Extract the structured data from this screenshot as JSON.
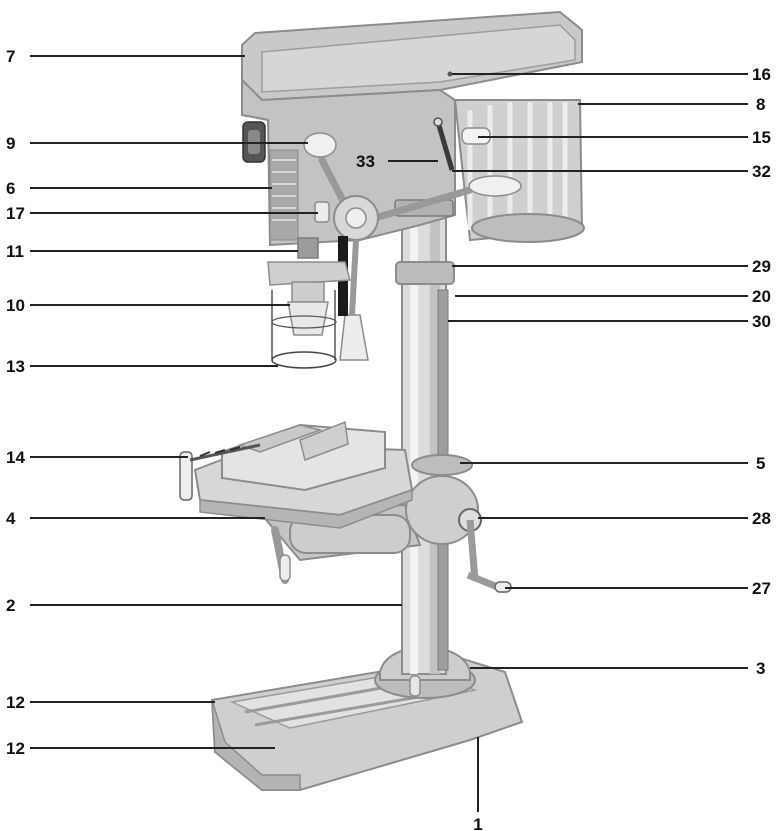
{
  "colors": {
    "body": "#cfcfcf",
    "body_dark": "#a9a9a9",
    "body_light": "#e4e4e4",
    "metal": "#dcdcdc",
    "outline": "#8c8c8c",
    "leader": "#222222",
    "text": "#111111"
  },
  "labels": {
    "l1": "1",
    "l2": "2",
    "l3": "3",
    "l4": "4",
    "l5": "5",
    "l6": "6",
    "l7": "7",
    "l8": "8",
    "l9": "9",
    "l10": "10",
    "l11": "11",
    "l12a": "12",
    "l12b": "12",
    "l13": "13",
    "l14": "14",
    "l15": "15",
    "l16": "16",
    "l17": "17",
    "l20": "20",
    "l27": "27",
    "l28": "28",
    "l29": "29",
    "l30": "30",
    "l32": "32",
    "l33": "33"
  }
}
